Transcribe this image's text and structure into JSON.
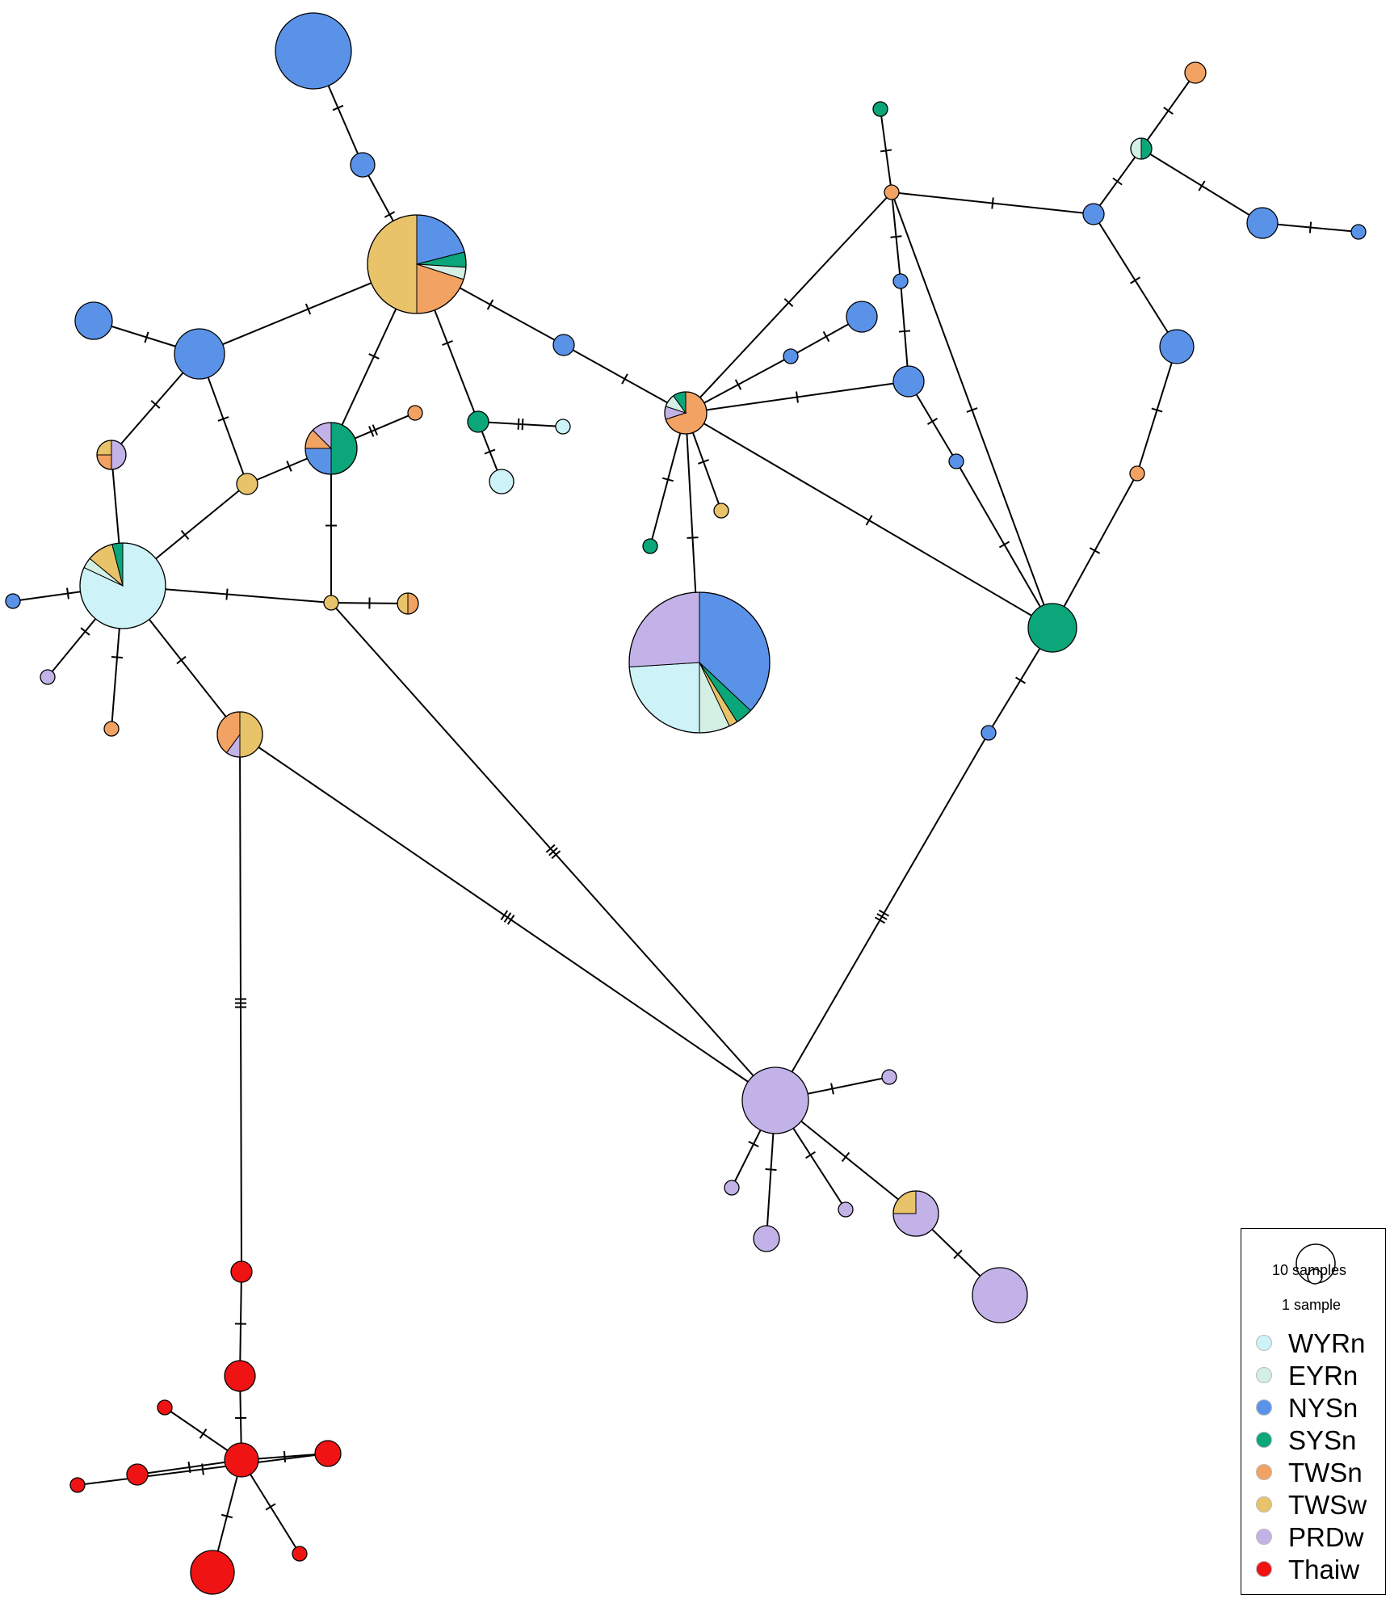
{
  "legend": {
    "size_large": "10 samples",
    "size_small": "1 sample",
    "groups": [
      {
        "name": "WYRn",
        "color": "#cdf3f8"
      },
      {
        "name": "EYRn",
        "color": "#d4efe4"
      },
      {
        "name": "NYSn",
        "color": "#5a92e8"
      },
      {
        "name": "SYSn",
        "color": "#0ba67a"
      },
      {
        "name": "TWSn",
        "color": "#f2a262"
      },
      {
        "name": "TWSw",
        "color": "#e8c36a"
      },
      {
        "name": "PRDw",
        "color": "#c3b2e8"
      },
      {
        "name": "Thaiw",
        "color": "#f01313"
      }
    ]
  },
  "network": {
    "description_type": "haplotype-network",
    "haplotypes": [
      {
        "id": "H01",
        "pie": [
          [
            "NYSn",
            1
          ]
        ]
      },
      {
        "id": "H02",
        "pie": [
          [
            "NYSn",
            1
          ]
        ]
      },
      {
        "id": "H03",
        "pie": [
          [
            "NYSn",
            0.21
          ],
          [
            "SYSn",
            0.05
          ],
          [
            "EYRn",
            0.04
          ],
          [
            "TWSn",
            0.2
          ],
          [
            "TWSw",
            0.5
          ]
        ]
      },
      {
        "id": "H04",
        "pie": [
          [
            "NYSn",
            1
          ]
        ]
      },
      {
        "id": "H05",
        "pie": [
          [
            "NYSn",
            1
          ]
        ]
      },
      {
        "id": "H06",
        "pie": [
          [
            "PRDw",
            0.5
          ],
          [
            "TWSn",
            0.25
          ],
          [
            "TWSw",
            0.25
          ]
        ]
      },
      {
        "id": "H07",
        "pie": [
          [
            "SYSn",
            0.5
          ],
          [
            "NYSn",
            0.25
          ],
          [
            "TWSn",
            0.125
          ],
          [
            "PRDw",
            0.125
          ]
        ]
      },
      {
        "id": "H08",
        "pie": [
          [
            "TWSn",
            1
          ]
        ]
      },
      {
        "id": "H09",
        "pie": [
          [
            "TWSw",
            1
          ]
        ]
      },
      {
        "id": "H10",
        "pie": [
          [
            "SYSn",
            1
          ]
        ]
      },
      {
        "id": "H11",
        "pie": [
          [
            "WYRn",
            1
          ]
        ]
      },
      {
        "id": "H12",
        "pie": [
          [
            "WYRn",
            1
          ]
        ]
      },
      {
        "id": "H13",
        "pie": [
          [
            "WYRn",
            0.82
          ],
          [
            "EYRn",
            0.04
          ],
          [
            "TWSw",
            0.1
          ],
          [
            "SYSn",
            0.04
          ]
        ]
      },
      {
        "id": "H14",
        "pie": [
          [
            "NYSn",
            1
          ]
        ]
      },
      {
        "id": "H15",
        "pie": [
          [
            "PRDw",
            1
          ]
        ]
      },
      {
        "id": "H16",
        "pie": [
          [
            "TWSn",
            1
          ]
        ]
      },
      {
        "id": "H17",
        "pie": [
          [
            "TWSw",
            1
          ]
        ]
      },
      {
        "id": "H18",
        "pie": [
          [
            "TWSn",
            0.5
          ],
          [
            "TWSw",
            0.5
          ]
        ]
      },
      {
        "id": "H19",
        "pie": [
          [
            "TWSw",
            0.5
          ],
          [
            "PRDw",
            0.1
          ],
          [
            "TWSn",
            0.4
          ]
        ]
      },
      {
        "id": "H20",
        "pie": [
          [
            "NYSn",
            1
          ]
        ]
      },
      {
        "id": "H21",
        "pie": [
          [
            "TWSn",
            0.7
          ],
          [
            "PRDw",
            0.1
          ],
          [
            "EYRn",
            0.1
          ],
          [
            "SYSn",
            0.1
          ]
        ]
      },
      {
        "id": "H22",
        "pie": [
          [
            "SYSn",
            1
          ]
        ]
      },
      {
        "id": "H23",
        "pie": [
          [
            "TWSw",
            1
          ]
        ]
      },
      {
        "id": "H24",
        "pie": [
          [
            "NYSn",
            0.37
          ],
          [
            "SYSn",
            0.04
          ],
          [
            "TWSw",
            0.02
          ],
          [
            "EYRn",
            0.07
          ],
          [
            "WYRn",
            0.24
          ],
          [
            "PRDw",
            0.26
          ]
        ]
      },
      {
        "id": "H25",
        "pie": [
          [
            "NYSn",
            1
          ]
        ]
      },
      {
        "id": "H26",
        "pie": [
          [
            "NYSn",
            1
          ]
        ]
      },
      {
        "id": "H27",
        "pie": [
          [
            "TWSn",
            1
          ]
        ]
      },
      {
        "id": "H28",
        "pie": [
          [
            "SYSn",
            1
          ]
        ]
      },
      {
        "id": "H29",
        "pie": [
          [
            "NYSn",
            1
          ]
        ]
      },
      {
        "id": "H30",
        "pie": [
          [
            "NYSn",
            1
          ]
        ]
      },
      {
        "id": "H31",
        "pie": [
          [
            "NYSn",
            1
          ]
        ]
      },
      {
        "id": "H32",
        "pie": [
          [
            "TWSn",
            1
          ]
        ]
      },
      {
        "id": "H33",
        "pie": [
          [
            "SYSn",
            0.5
          ],
          [
            "EYRn",
            0.5
          ]
        ]
      },
      {
        "id": "H34",
        "pie": [
          [
            "NYSn",
            1
          ]
        ]
      },
      {
        "id": "H35",
        "pie": [
          [
            "NYSn",
            1
          ]
        ]
      },
      {
        "id": "H36",
        "pie": [
          [
            "NYSn",
            1
          ]
        ]
      },
      {
        "id": "H37",
        "pie": [
          [
            "NYSn",
            1
          ]
        ]
      },
      {
        "id": "H38",
        "pie": [
          [
            "TWSn",
            1
          ]
        ]
      },
      {
        "id": "H39",
        "pie": [
          [
            "NYSn",
            1
          ]
        ]
      },
      {
        "id": "H40",
        "pie": [
          [
            "SYSn",
            1
          ]
        ]
      },
      {
        "id": "H41",
        "pie": [
          [
            "PRDw",
            1
          ]
        ]
      },
      {
        "id": "H42",
        "pie": [
          [
            "PRDw",
            1
          ]
        ]
      },
      {
        "id": "H43",
        "pie": [
          [
            "PRDw",
            1
          ]
        ]
      },
      {
        "id": "H44",
        "pie": [
          [
            "PRDw",
            1
          ]
        ]
      },
      {
        "id": "H45",
        "pie": [
          [
            "PRDw",
            1
          ]
        ]
      },
      {
        "id": "H46",
        "pie": [
          [
            "PRDw",
            0.75
          ],
          [
            "TWSw",
            0.25
          ]
        ]
      },
      {
        "id": "H47",
        "pie": [
          [
            "PRDw",
            1
          ]
        ]
      },
      {
        "id": "H48",
        "pie": [
          [
            "Thaiw",
            1
          ]
        ]
      },
      {
        "id": "H49",
        "pie": [
          [
            "Thaiw",
            1
          ]
        ]
      },
      {
        "id": "H50",
        "pie": [
          [
            "Thaiw",
            1
          ]
        ]
      },
      {
        "id": "H51",
        "pie": [
          [
            "Thaiw",
            1
          ]
        ]
      },
      {
        "id": "H52",
        "pie": [
          [
            "Thaiw",
            1
          ]
        ]
      },
      {
        "id": "H53",
        "pie": [
          [
            "Thaiw",
            1
          ]
        ]
      },
      {
        "id": "H54",
        "pie": [
          [
            "Thaiw",
            1
          ]
        ]
      },
      {
        "id": "H55",
        "pie": [
          [
            "Thaiw",
            1
          ]
        ]
      },
      {
        "id": "H56",
        "pie": [
          [
            "Thaiw",
            1
          ]
        ]
      }
    ],
    "links": [
      [
        "H01",
        "H02",
        1
      ],
      [
        "H02",
        "H03",
        1
      ],
      [
        "H03",
        "H05",
        1
      ],
      [
        "H04",
        "H05",
        1
      ],
      [
        "H05",
        "H06",
        1
      ],
      [
        "H05",
        "H09",
        1
      ],
      [
        "H06",
        "H13",
        0
      ],
      [
        "H03",
        "H07",
        1
      ],
      [
        "H07",
        "H08",
        2
      ],
      [
        "H07",
        "H09",
        1
      ],
      [
        "H07",
        "H17",
        1
      ],
      [
        "H09",
        "H13",
        1
      ],
      [
        "H03",
        "H10",
        1
      ],
      [
        "H10",
        "H11",
        2
      ],
      [
        "H10",
        "H12",
        1
      ],
      [
        "H03",
        "H20",
        1
      ],
      [
        "H20",
        "H21",
        1
      ],
      [
        "H13",
        "H14",
        1
      ],
      [
        "H13",
        "H15",
        1
      ],
      [
        "H13",
        "H16",
        1
      ],
      [
        "H13",
        "H17",
        1
      ],
      [
        "H17",
        "H18",
        1
      ],
      [
        "H13",
        "H19",
        1
      ],
      [
        "H19",
        "H48",
        3
      ],
      [
        "H19",
        "H41",
        3
      ],
      [
        "H17",
        "H41",
        3
      ],
      [
        "H21",
        "H22",
        1
      ],
      [
        "H21",
        "H23",
        1
      ],
      [
        "H21",
        "H24",
        1
      ],
      [
        "H21",
        "H27",
        1
      ],
      [
        "H21",
        "H26",
        1
      ],
      [
        "H26",
        "H25",
        1
      ],
      [
        "H21",
        "H29",
        1
      ],
      [
        "H21",
        "H40",
        1
      ],
      [
        "H27",
        "H28",
        1
      ],
      [
        "H27",
        "H34",
        1
      ],
      [
        "H34",
        "H29",
        1
      ],
      [
        "H29",
        "H30",
        1
      ],
      [
        "H30",
        "H40",
        1
      ],
      [
        "H27",
        "H40",
        1
      ],
      [
        "H27",
        "H31",
        1
      ],
      [
        "H31",
        "H33",
        1
      ],
      [
        "H32",
        "H33",
        1
      ],
      [
        "H33",
        "H35",
        1
      ],
      [
        "H35",
        "H36",
        1
      ],
      [
        "H31",
        "H37",
        1
      ],
      [
        "H37",
        "H38",
        1
      ],
      [
        "H38",
        "H40",
        1
      ],
      [
        "H40",
        "H39",
        1
      ],
      [
        "H39",
        "H41",
        3
      ],
      [
        "H41",
        "H42",
        1
      ],
      [
        "H41",
        "H43",
        1
      ],
      [
        "H41",
        "H44",
        1
      ],
      [
        "H41",
        "H45",
        1
      ],
      [
        "H41",
        "H46",
        1
      ],
      [
        "H46",
        "H47",
        1
      ],
      [
        "H48",
        "H49",
        1
      ],
      [
        "H49",
        "H50",
        1
      ],
      [
        "H50",
        "H51",
        1
      ],
      [
        "H50",
        "H52",
        1
      ],
      [
        "H52",
        "H53",
        1
      ],
      [
        "H50",
        "H54",
        1
      ],
      [
        "H50",
        "H55",
        1
      ],
      [
        "H50",
        "H56",
        1
      ]
    ]
  }
}
